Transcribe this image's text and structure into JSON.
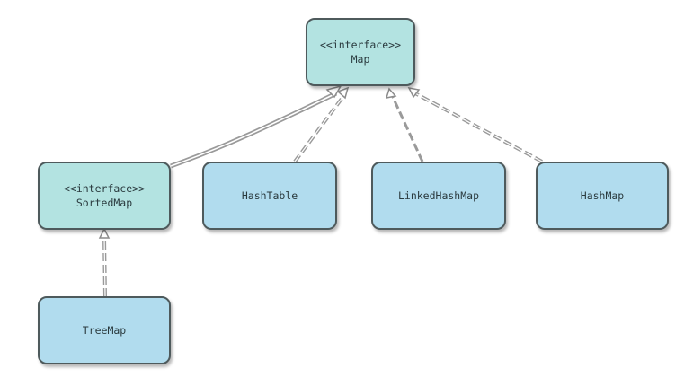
{
  "colors": {
    "interface_fill": "#b3e3e1",
    "class_fill": "#b1dcee",
    "border": "#4e5a5c",
    "edge": "#9a9a9a"
  },
  "nodes": {
    "map": {
      "stereotype": "<<interface>>",
      "name": "Map"
    },
    "sortedmap": {
      "stereotype": "<<interface>>",
      "name": "SortedMap"
    },
    "hashtable": {
      "name": "HashTable"
    },
    "linkedhashmap": {
      "name": "LinkedHashMap"
    },
    "hashmap": {
      "name": "HashMap"
    },
    "treemap": {
      "name": "TreeMap"
    }
  },
  "relationships": [
    {
      "from": "sortedmap",
      "to": "map",
      "type": "extends"
    },
    {
      "from": "hashtable",
      "to": "map",
      "type": "implements"
    },
    {
      "from": "linkedhashmap",
      "to": "map",
      "type": "implements"
    },
    {
      "from": "hashmap",
      "to": "map",
      "type": "implements"
    },
    {
      "from": "treemap",
      "to": "sortedmap",
      "type": "implements"
    }
  ]
}
